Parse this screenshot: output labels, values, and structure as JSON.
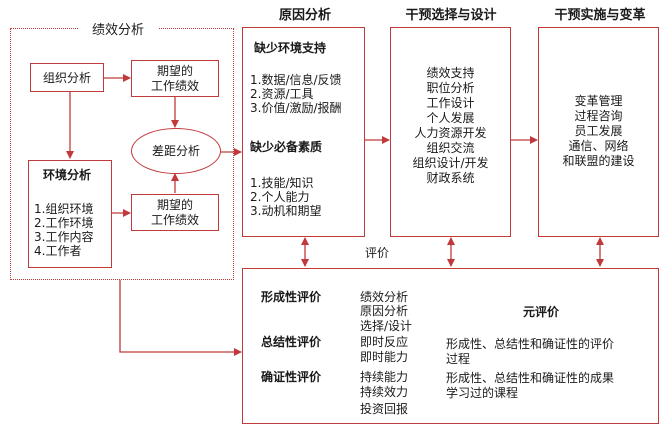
{
  "headers": {
    "performance_analysis": "绩效分析",
    "cause_analysis": "原因分析",
    "intervention_design": "干预选择与设计",
    "intervention_implementation": "干预实施与变革"
  },
  "performance": {
    "org_analysis": "组织分析",
    "expected_performance": [
      "期望的",
      "工作绩效"
    ],
    "gap_analysis": "差距分析",
    "actual_performance": [
      "期望的",
      "工作绩效"
    ],
    "env_analysis": {
      "title": "环境分析",
      "items": [
        "1.组织环境",
        "2.工作环境",
        "3.工作内容",
        "4.工作者"
      ]
    }
  },
  "cause": {
    "env_support_title": "缺少环境支持",
    "env_support_items": [
      "1.数据/信息/反馈",
      "2.资源/工具",
      "3.价值/激励/报酬"
    ],
    "quality_title": "缺少必备素质",
    "quality_items": [
      "1.技能/知识",
      "2.个人能力",
      "3.动机和期望"
    ]
  },
  "intervention_design_items": [
    "绩效支持",
    "职位分析",
    "工作设计",
    "个人发展",
    "人力资源开发",
    "组织交流",
    "组织设计/开发",
    "财政系统"
  ],
  "intervention_impl_items": [
    "变革管理",
    "过程咨询",
    "员工发展",
    "通信、网络",
    "和联盟的建设"
  ],
  "evaluation": {
    "label": "评价",
    "formative": "形成性评价",
    "summative": "总结性评价",
    "confirmative": "确证性评价",
    "items": [
      "绩效分析",
      "原因分析",
      "选择/设计",
      "即时反应",
      "即时能力",
      "持续能力",
      "持续效力",
      "投资回报"
    ],
    "meta_title": "元评价",
    "meta_desc_1": [
      "形成性、总结性和确证性的评价",
      "过程"
    ],
    "meta_desc_2": [
      "形成性、总结性和确证性的成果",
      "学习过的课程"
    ]
  },
  "colors": {
    "accent": "#c0393b"
  }
}
